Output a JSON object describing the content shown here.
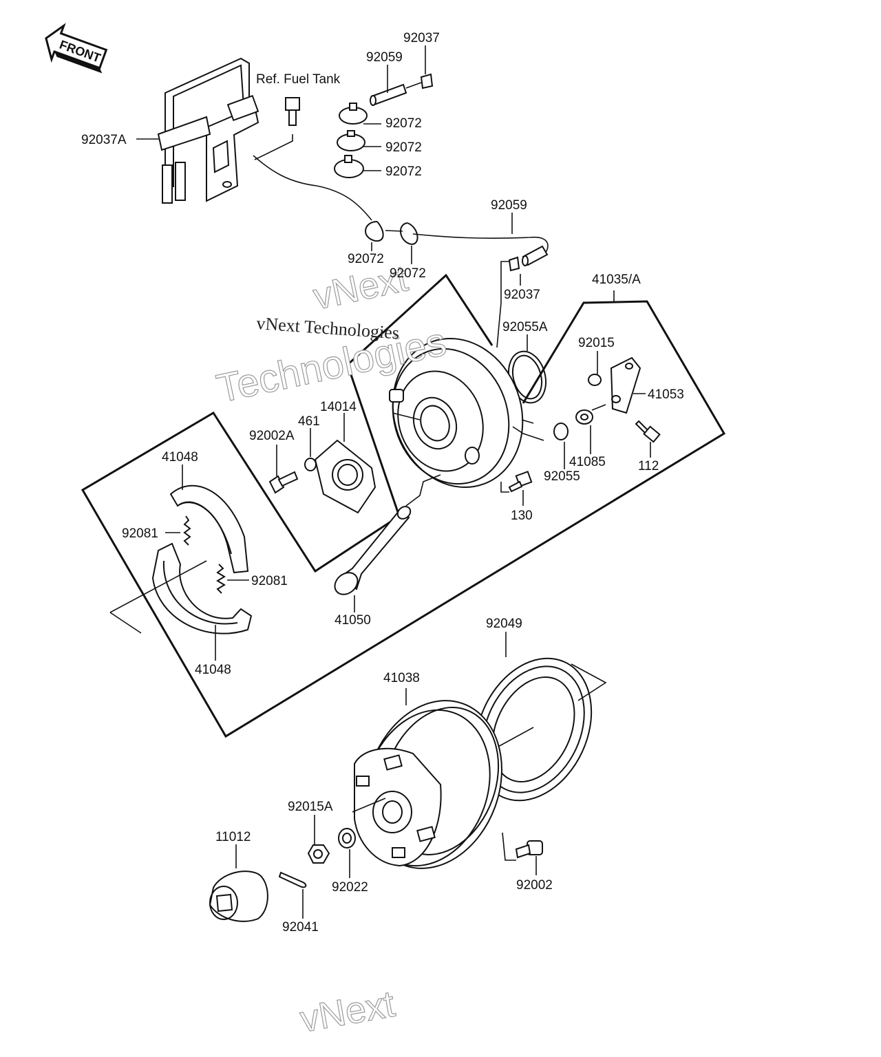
{
  "front_label": "FRONT",
  "ref_label": "Ref. Fuel Tank",
  "watermark": {
    "line1": "vNext",
    "line2": "Technologies",
    "inline": "vNext Technologies",
    "bottom": "vNext"
  },
  "parts": [
    {
      "id": "p1",
      "label": "92037"
    },
    {
      "id": "p2",
      "label": "92059"
    },
    {
      "id": "p3",
      "label": "92072"
    },
    {
      "id": "p4",
      "label": "92072"
    },
    {
      "id": "p5",
      "label": "92072"
    },
    {
      "id": "p6",
      "label": "92037A"
    },
    {
      "id": "p7",
      "label": "92059"
    },
    {
      "id": "p8",
      "label": "92072"
    },
    {
      "id": "p9",
      "label": "92072"
    },
    {
      "id": "p10",
      "label": "92037"
    },
    {
      "id": "p11",
      "label": "41035/A"
    },
    {
      "id": "p12",
      "label": "92055A"
    },
    {
      "id": "p13",
      "label": "92015"
    },
    {
      "id": "p14",
      "label": "41053"
    },
    {
      "id": "p15",
      "label": "14014"
    },
    {
      "id": "p16",
      "label": "461"
    },
    {
      "id": "p17",
      "label": "92002A"
    },
    {
      "id": "p18",
      "label": "41048"
    },
    {
      "id": "p19",
      "label": "92055"
    },
    {
      "id": "p20",
      "label": "41085"
    },
    {
      "id": "p21",
      "label": "112"
    },
    {
      "id": "p22",
      "label": "130"
    },
    {
      "id": "p23",
      "label": "92081"
    },
    {
      "id": "p24",
      "label": "92081"
    },
    {
      "id": "p25",
      "label": "41050"
    },
    {
      "id": "p26",
      "label": "41048"
    },
    {
      "id": "p27",
      "label": "92049"
    },
    {
      "id": "p28",
      "label": "41038"
    },
    {
      "id": "p29",
      "label": "92015A"
    },
    {
      "id": "p30",
      "label": "11012"
    },
    {
      "id": "p31",
      "label": "92022"
    },
    {
      "id": "p32",
      "label": "92002"
    },
    {
      "id": "p33",
      "label": "92041"
    }
  ]
}
